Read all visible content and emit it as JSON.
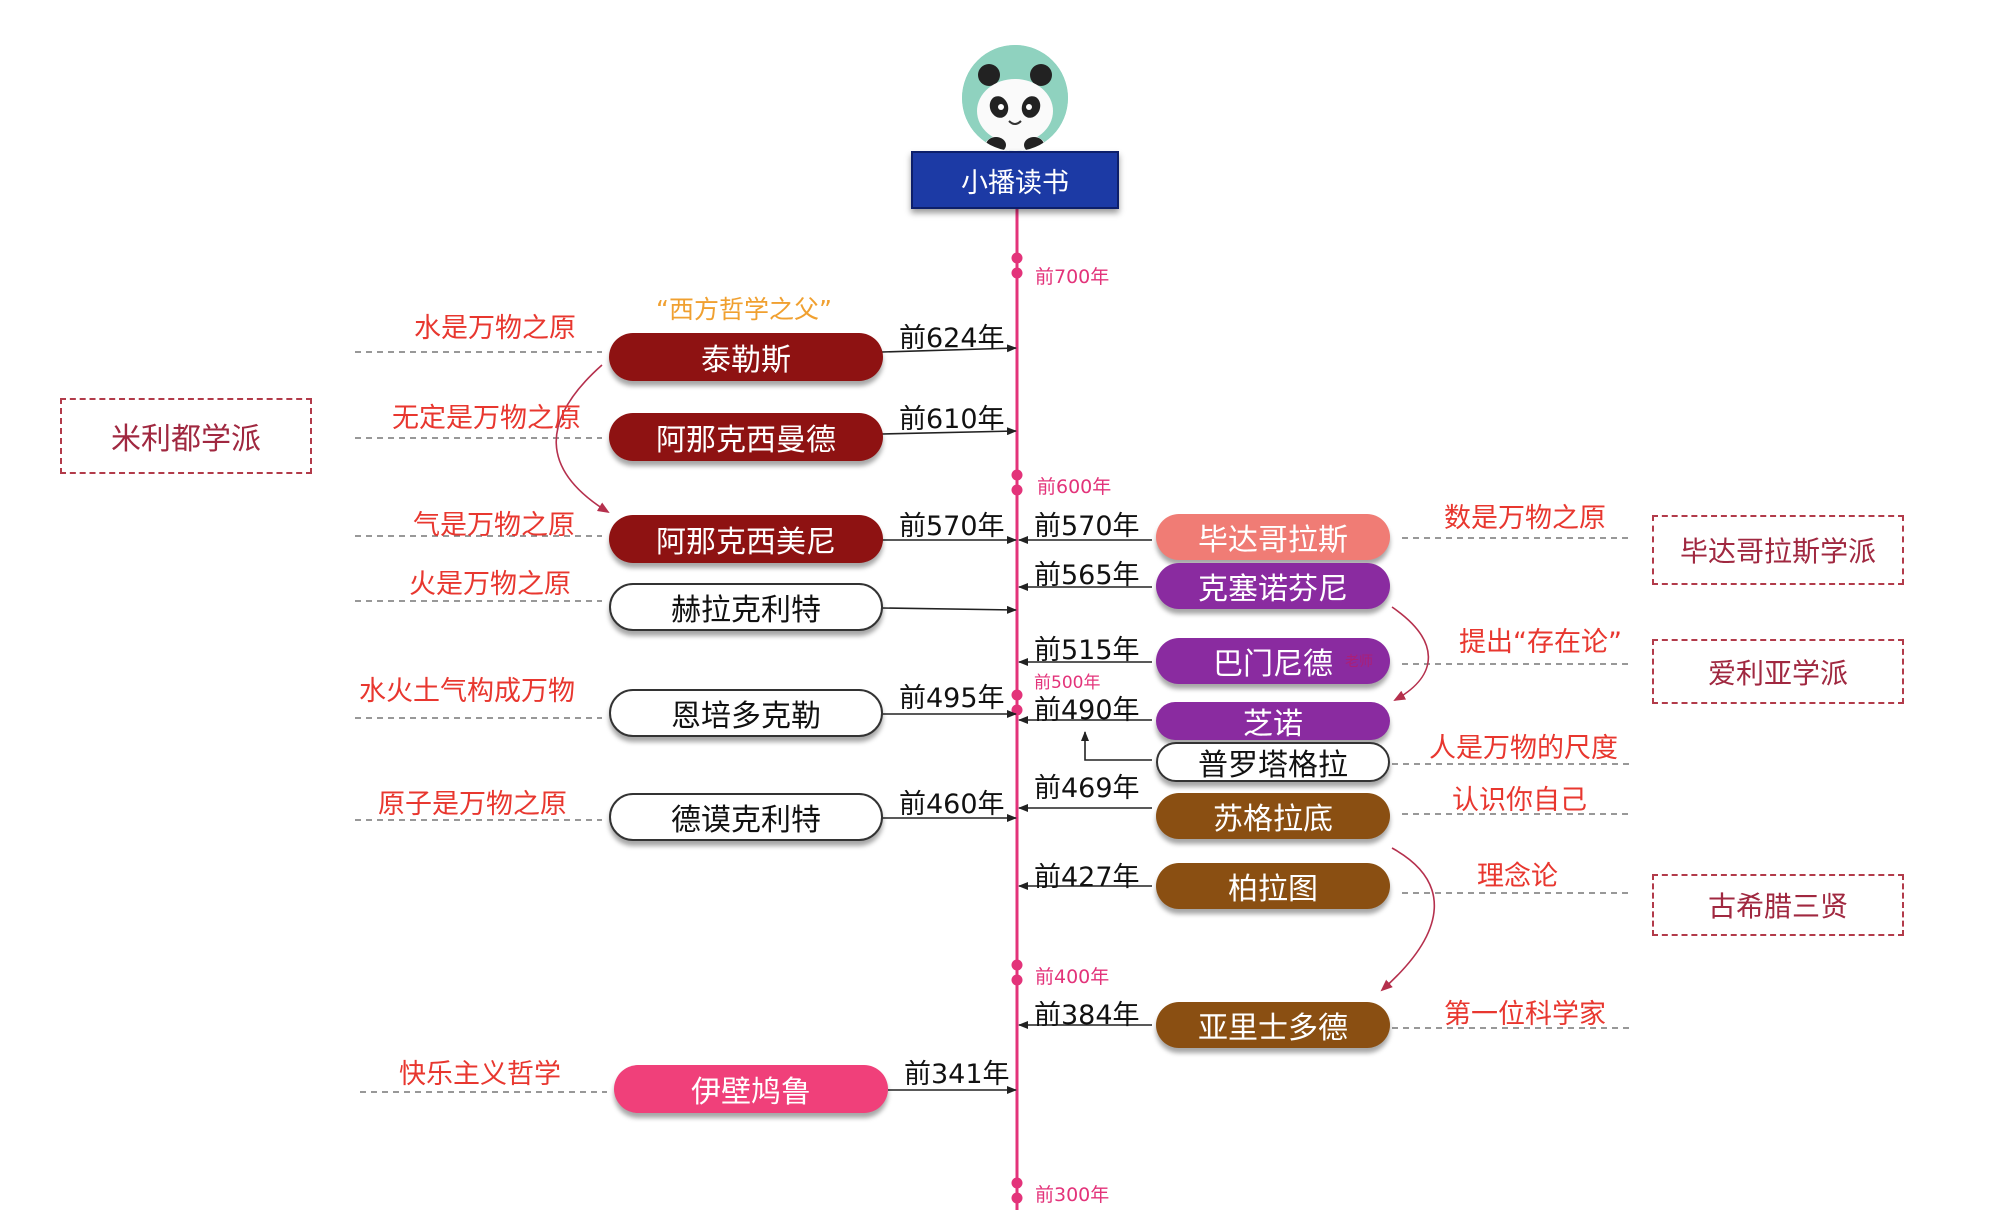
{
  "header": {
    "title": "小播读书"
  },
  "colors": {
    "axis": "#e3337a",
    "note_red": "#e8372f",
    "orange_note": "#f0a030",
    "dark_red": "#8e1212",
    "salmon": "#f07c75",
    "purple": "#8a2ba0",
    "brown": "#8a4f12",
    "pink": "#f0407a",
    "school_border": "#b23b4a"
  },
  "ticks": [
    "前700年",
    "前600年",
    "前500年",
    "前400年",
    "前300年"
  ],
  "epithet": "“西方哲学之父”",
  "left": [
    {
      "name": "泰勒斯",
      "year": "前624年",
      "note": "水是万物之原"
    },
    {
      "name": "阿那克西曼德",
      "year": "前610年",
      "note": "无定是万物之原"
    },
    {
      "name": "阿那克西美尼",
      "year": "前570年",
      "note": "气是万物之原"
    },
    {
      "name": "赫拉克利特",
      "year": "",
      "note": "火是万物之原"
    },
    {
      "name": "恩培多克勒",
      "year": "前495年",
      "note": "水火土气构成万物"
    },
    {
      "name": "德谟克利特",
      "year": "前460年",
      "note": "原子是万物之原"
    },
    {
      "name": "伊壁鸠鲁",
      "year": "前341年",
      "note": "快乐主义哲学"
    }
  ],
  "right": [
    {
      "name": "毕达哥拉斯",
      "year": "前570年",
      "note": "数是万物之原"
    },
    {
      "name": "克塞诺芬尼",
      "year": "前565年",
      "note": ""
    },
    {
      "name": "巴门尼德",
      "year": "前515年",
      "note": "提出“存在论”"
    },
    {
      "name": "芝诺",
      "year": "前490年",
      "note": ""
    },
    {
      "name": "普罗塔格拉",
      "year": "",
      "note": "人是万物的尺度"
    },
    {
      "name": "苏格拉底",
      "year": "前469年",
      "note": "认识你自己"
    },
    {
      "name": "柏拉图",
      "year": "前427年",
      "note": "理念论"
    },
    {
      "name": "亚里士多德",
      "year": "前384年",
      "note": "第一位科学家"
    }
  ],
  "schools": [
    "米利都学派",
    "毕达哥拉斯学派",
    "爱利亚学派",
    "古希腊三贤"
  ],
  "faint_mark": "老师"
}
